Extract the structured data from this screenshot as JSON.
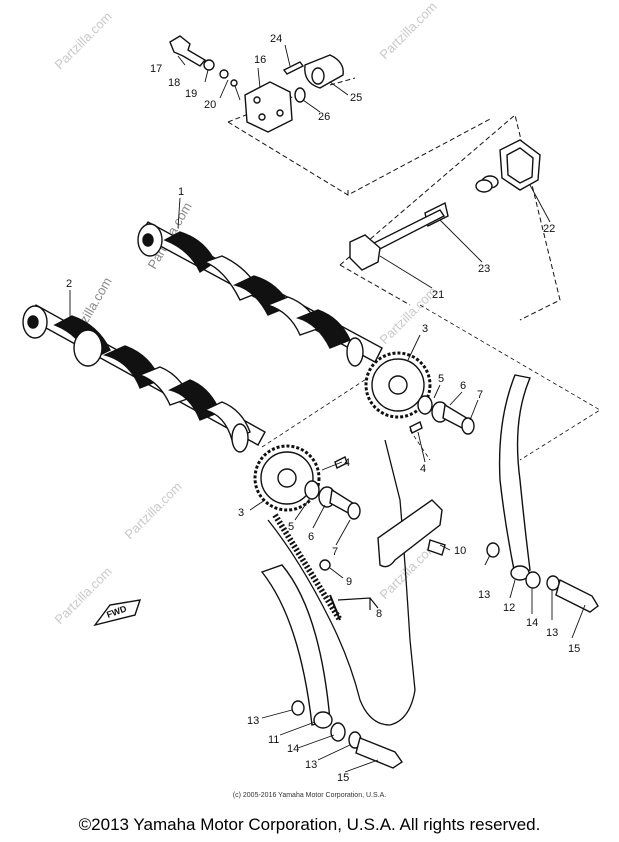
{
  "watermark_text": "Partzilla.com",
  "labels": {
    "n1": "1",
    "n2": "2",
    "n3a": "3",
    "n3b": "3",
    "n4a": "4",
    "n4b": "4",
    "n5a": "5",
    "n5b": "5",
    "n6a": "6",
    "n6b": "6",
    "n7a": "7",
    "n7b": "7",
    "n8": "8",
    "n9": "9",
    "n10": "10",
    "n11": "11",
    "n12": "12",
    "n13a": "13",
    "n13b": "13",
    "n13c": "13",
    "n13d": "13",
    "n14a": "14",
    "n14b": "14",
    "n15a": "15",
    "n15b": "15",
    "n16": "16",
    "n17": "17",
    "n18": "18",
    "n19": "19",
    "n20": "20",
    "n21": "21",
    "n22": "22",
    "n23": "23",
    "n24": "24",
    "n25": "25",
    "n26": "26"
  },
  "fwd_label": "FWD",
  "copyright_small": "(c) 2005-2016 Yamaha Motor Corporation, U.S.A.",
  "copyright_main": "©2013 Yamaha Motor Corporation, U.S.A. All rights reserved."
}
